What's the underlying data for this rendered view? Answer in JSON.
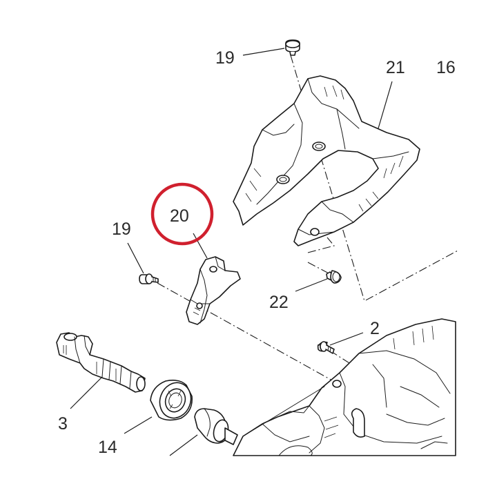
{
  "diagram": {
    "callouts": {
      "c19_top": "19",
      "c21": "21",
      "c16": "16",
      "c20": "20",
      "c19_left": "19",
      "c22": "22",
      "c2": "2",
      "c3": "3",
      "c14": "14"
    },
    "highlight_color": "#d0202e",
    "line_color": "#1a1a1a"
  }
}
